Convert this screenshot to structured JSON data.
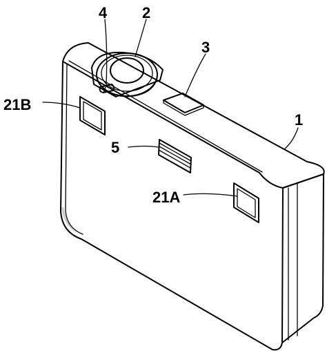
{
  "figure": {
    "labels": {
      "lens_barrel": "2",
      "shutter_button": "3",
      "lever": "4",
      "body": "1",
      "window_upper": "21B",
      "window_lower": "21A",
      "grille": "5"
    },
    "colors": {
      "line": "#000000",
      "background": "#ffffff",
      "shade": "#c8c8c8"
    }
  }
}
